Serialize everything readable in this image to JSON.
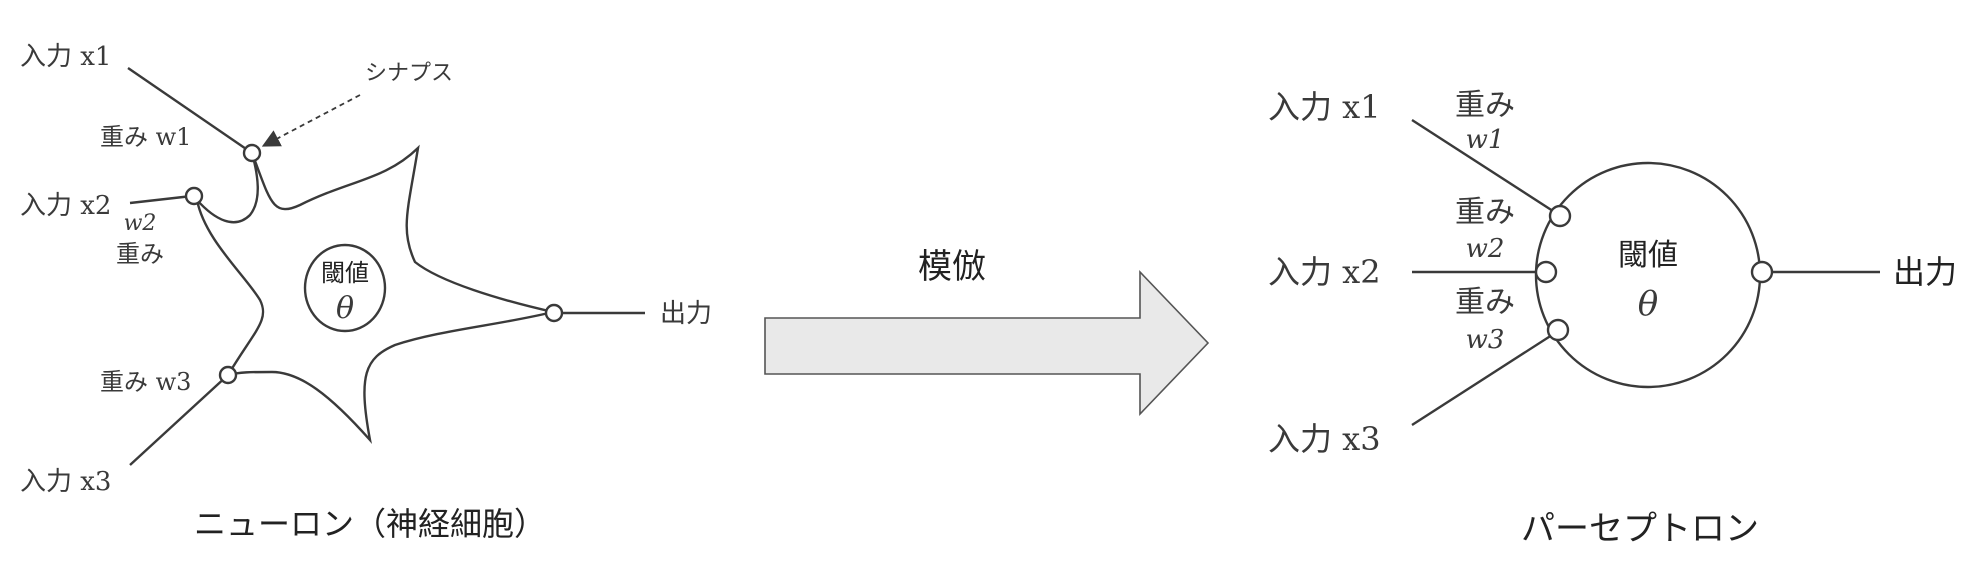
{
  "neuron": {
    "input1": "入力 x1",
    "input2": "入力 x2",
    "input3": "入力 x3",
    "weight1": "重み w1",
    "weight2": "w2",
    "weight2_kanji": "重み",
    "weight3": "重み w3",
    "synapse": "シナプス",
    "threshold": "閾値",
    "theta": "θ",
    "output": "出力",
    "caption": "ニューロン（神経細胞）"
  },
  "arrow": {
    "label": "模倣",
    "fill": "#e9e9e9"
  },
  "perceptron": {
    "input1": "入力 x1",
    "input2": "入力 x2",
    "input3": "入力 x3",
    "weight_kanji": "重み",
    "w1": "w1",
    "w2": "w2",
    "w3": "w3",
    "threshold": "閾値",
    "theta": "θ",
    "output": "出力",
    "caption": "パーセプトロン"
  },
  "colors": {
    "line": "#3a3a3a",
    "text": "#222222"
  }
}
